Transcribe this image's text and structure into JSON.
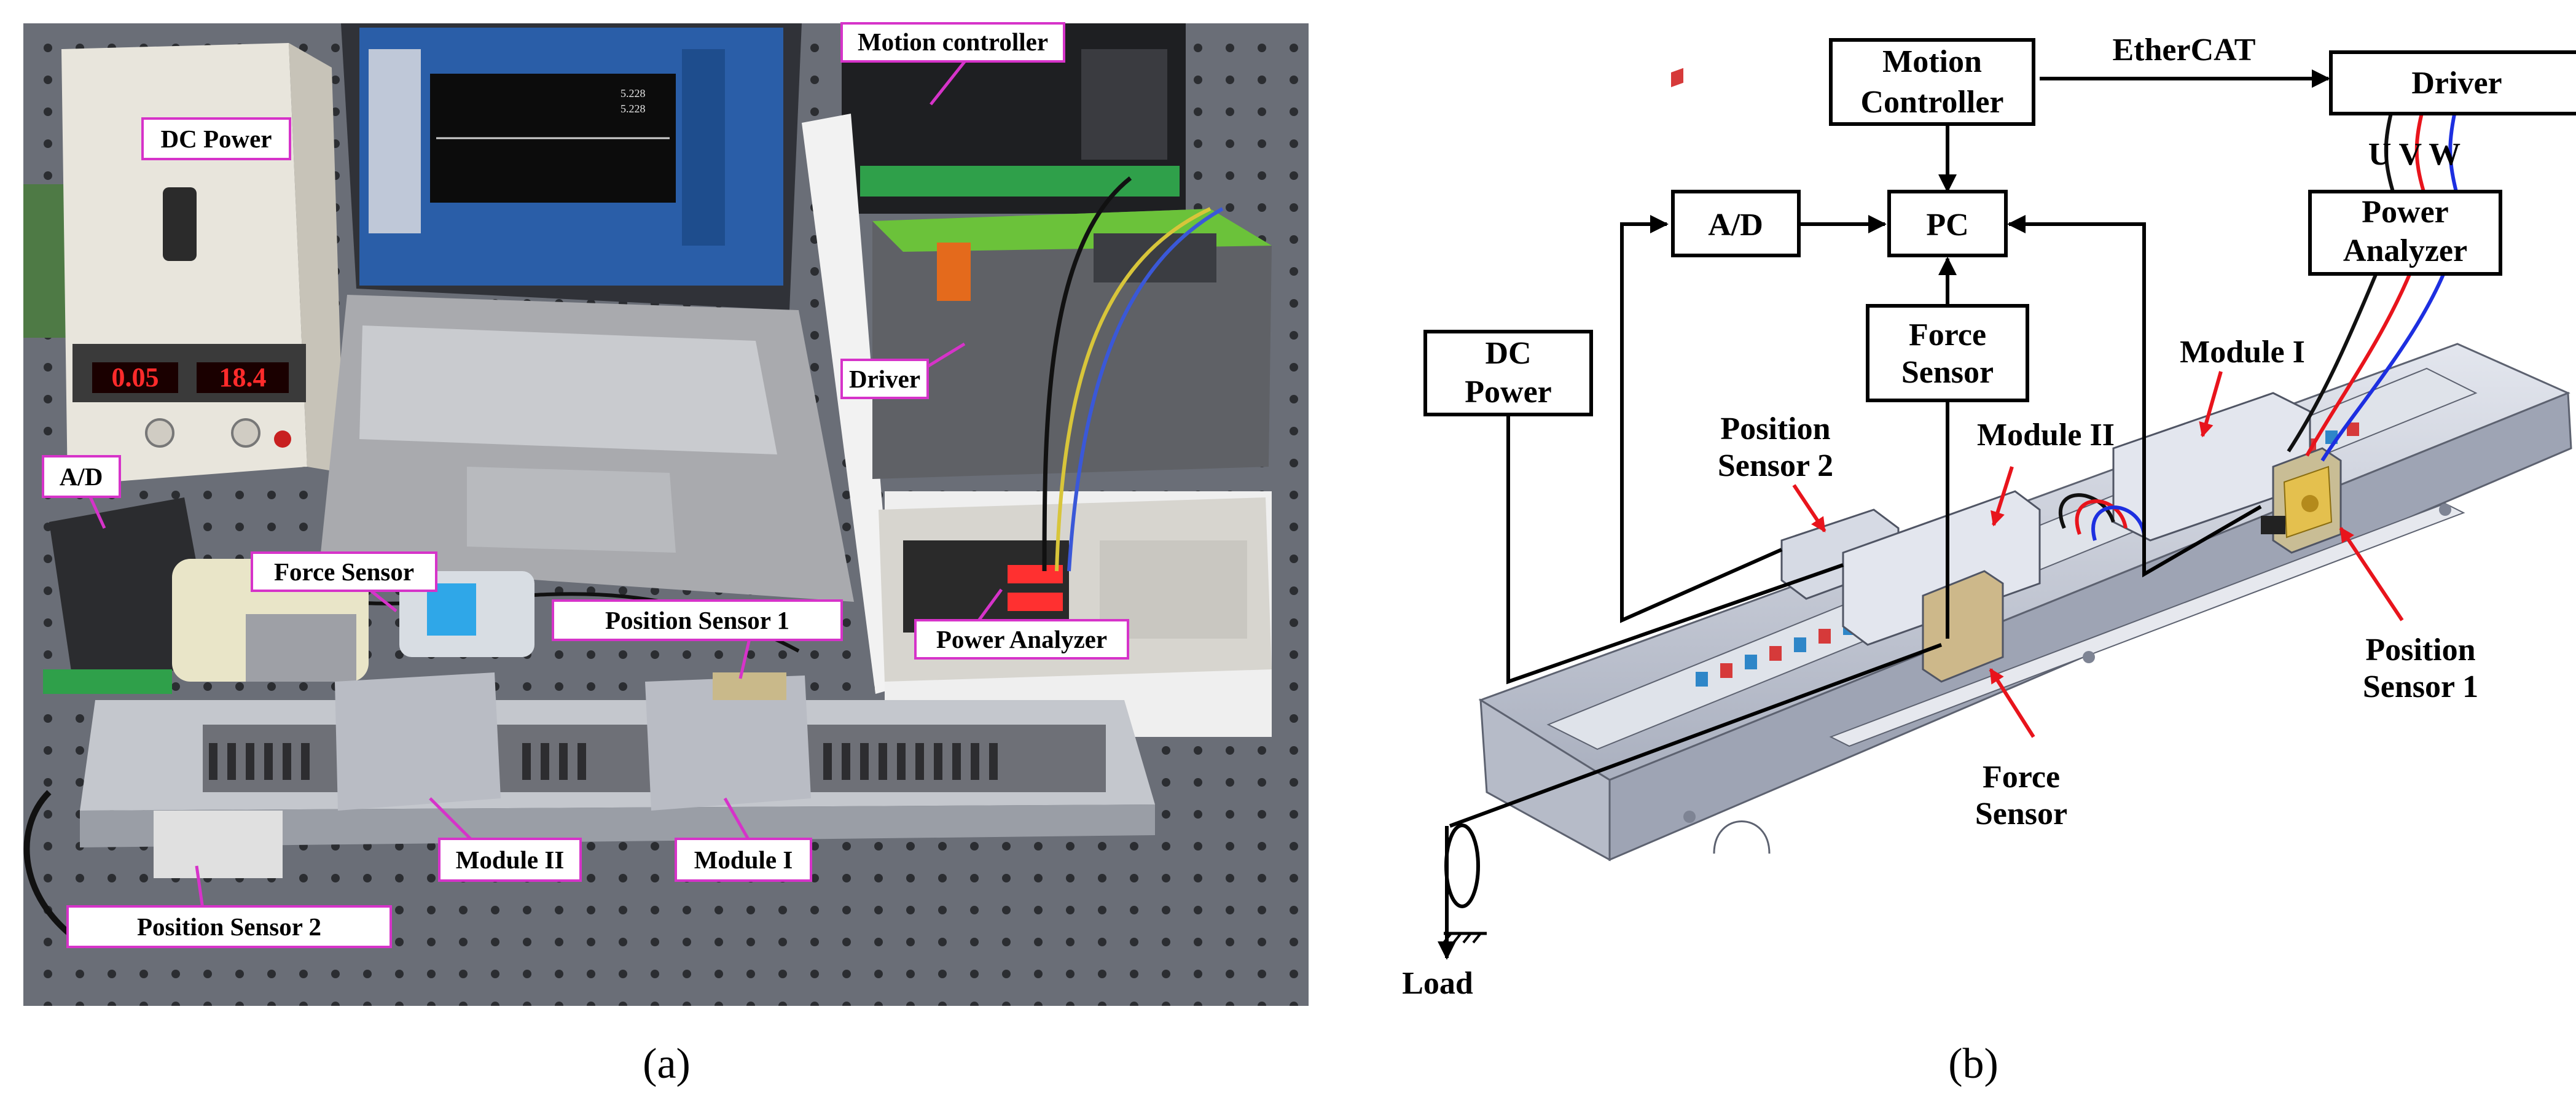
{
  "panel_a": {
    "caption": "(a)",
    "callouts": {
      "dc_power": "DC Power",
      "motion_controller": "Motion controller",
      "driver": "Driver",
      "ad": "A/D",
      "force_sensor": "Force Sensor",
      "position_sensor_1": "Position Sensor 1",
      "power_analyzer": "Power Analyzer",
      "module_ii": "Module II",
      "module_i": "Module I",
      "position_sensor_2": "Position Sensor 2"
    },
    "psu_display": {
      "left": "0.05",
      "right": "18.4"
    },
    "laptop_readouts": {
      "line1": "5.228",
      "line2": "5.228"
    }
  },
  "panel_b": {
    "caption": "(b)",
    "boxes": {
      "motion_controller": [
        "Motion",
        "Controller"
      ],
      "driver": "Driver",
      "ad": "A/D",
      "pc": "PC",
      "power_analyzer": [
        "Power",
        "Analyzer"
      ],
      "dc_power": [
        "DC",
        "Power"
      ],
      "force_sensor": [
        "Force",
        "Sensor"
      ]
    },
    "labels": {
      "ethercat": "EtherCAT",
      "uvw": "U V W",
      "module_i": "Module I",
      "module_ii": "Module II",
      "position_sensor_2": [
        "Position",
        "Sensor 2"
      ],
      "position_sensor_1": [
        "Position",
        "Sensor 1"
      ],
      "force_sensor": [
        "Force",
        "Sensor"
      ],
      "load": "Load"
    }
  },
  "colors": {
    "callout_border": "#d633c9",
    "leader_line": "#d633c9",
    "arrow_red": "#e8141c",
    "wire_blue": "#1d2fe0",
    "wire_red": "#e8141c",
    "rail": "#c7ccd8",
    "table": "#6f737c"
  }
}
